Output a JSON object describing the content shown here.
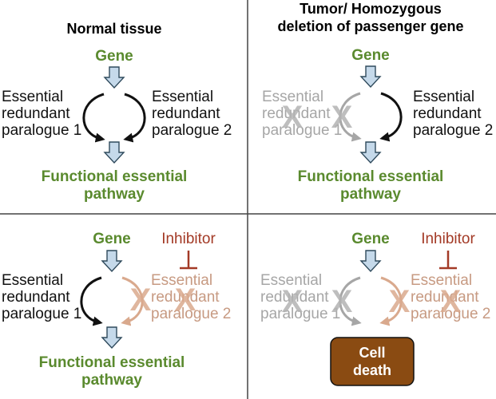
{
  "colors": {
    "gene_green": "#5a8a2e",
    "arrow_fill": "#c5d9ea",
    "arrow_stroke": "#2f4a5c",
    "gray": "#a6a6a6",
    "brown": "#c79a82",
    "inhibitor_red": "#a33a26",
    "cell_death_fill": "#8a4b12",
    "divider": "#444444"
  },
  "panels": {
    "top_left": {
      "title": "Normal tissue",
      "gene": "Gene",
      "left_label": [
        "Essential",
        "redundant",
        "paralogue 1"
      ],
      "right_label": [
        "Essential",
        "redundant",
        "paralogue 2"
      ],
      "pathway": [
        "Functional essential",
        "pathway"
      ]
    },
    "top_right": {
      "title": [
        "Tumor/ Homozygous",
        "deletion of passenger gene"
      ],
      "gene": "Gene",
      "left_label": [
        "Essential",
        "redundant",
        "paralogue 1"
      ],
      "right_label": [
        "Essential",
        "redundant",
        "paralogue 2"
      ],
      "pathway": [
        "Functional essential",
        "pathway"
      ]
    },
    "bottom_left": {
      "gene": "Gene",
      "inhibitor": "Inhibitor",
      "left_label": [
        "Essential",
        "redundant",
        "paralogue 1"
      ],
      "right_label": [
        "Essential",
        "redundant",
        "paralogue 2"
      ],
      "pathway": [
        "Functional essential",
        "pathway"
      ]
    },
    "bottom_right": {
      "gene": "Gene",
      "inhibitor": "Inhibitor",
      "left_label": [
        "Essential",
        "redundant",
        "paralogue 1"
      ],
      "right_label": [
        "Essential",
        "redundant",
        "paralogue 2"
      ],
      "outcome": [
        "Cell",
        "death"
      ]
    }
  },
  "x_mark": "X"
}
